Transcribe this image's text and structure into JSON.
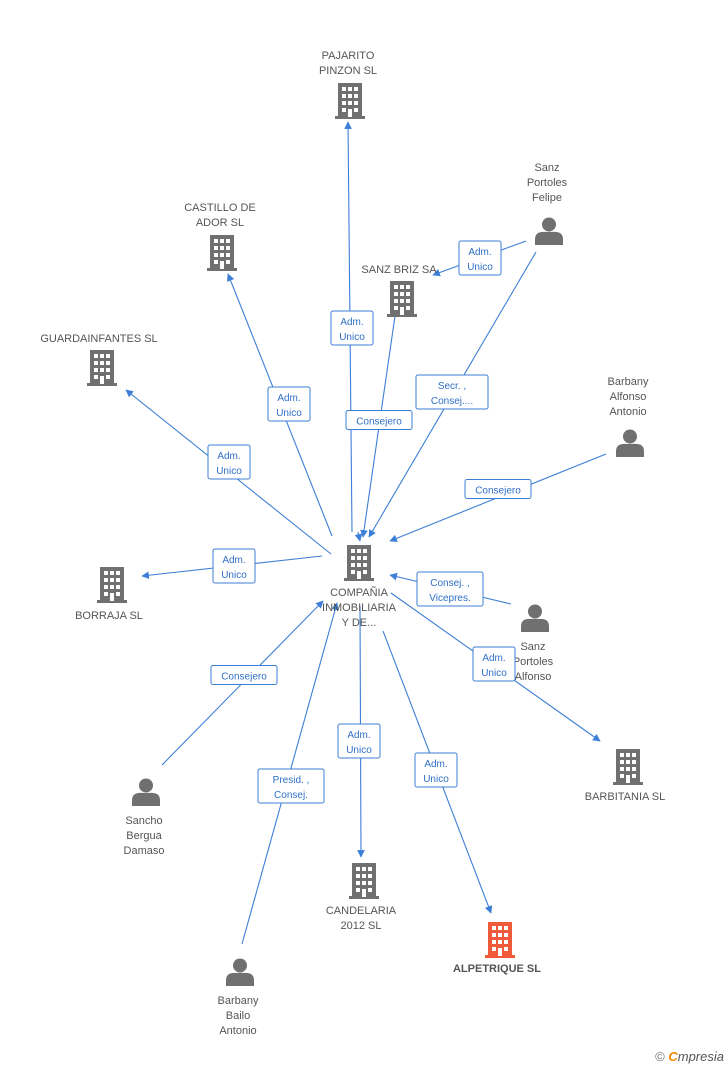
{
  "colors": {
    "edge": "#3d7fd6",
    "node": "#707070",
    "highlight": "#f0593a"
  },
  "nodes": [
    {
      "id": "compania",
      "kind": "company",
      "label": [
        "COMPAÑIA",
        "INMOBILIARIA",
        "Y DE..."
      ]
    },
    {
      "id": "pajarito",
      "kind": "company",
      "label": [
        "PAJARITO",
        "PINZON SL"
      ]
    },
    {
      "id": "castillo",
      "kind": "company",
      "label": [
        "CASTILLO DE",
        "ADOR SL"
      ]
    },
    {
      "id": "sanzbriz",
      "kind": "company",
      "label": [
        "SANZ BRIZ SA"
      ]
    },
    {
      "id": "guardainfantes",
      "kind": "company",
      "label": [
        "GUARDAINFANTES SL"
      ]
    },
    {
      "id": "borraja",
      "kind": "company",
      "label": [
        "BORRAJA SL"
      ]
    },
    {
      "id": "barbitania",
      "kind": "company",
      "label": [
        "BARBITANIA SL"
      ]
    },
    {
      "id": "candelaria",
      "kind": "company",
      "label": [
        "CANDELARIA",
        "2012 SL"
      ]
    },
    {
      "id": "alpetrique",
      "kind": "company",
      "highlight": true,
      "label": [
        "ALPETRIQUE SL"
      ]
    },
    {
      "id": "sanzfelipe",
      "kind": "person",
      "label": [
        "Sanz",
        "Portoles",
        "Felipe"
      ]
    },
    {
      "id": "barbanyalfonso",
      "kind": "person",
      "label": [
        "Barbany",
        "Alfonso",
        "Antonio"
      ]
    },
    {
      "id": "sanzalfonso",
      "kind": "person",
      "label": [
        "Sanz",
        "Portoles",
        "Alfonso"
      ]
    },
    {
      "id": "sancho",
      "kind": "person",
      "label": [
        "Sancho",
        "Bergua",
        "Damaso"
      ]
    },
    {
      "id": "barbanybailo",
      "kind": "person",
      "label": [
        "Barbany",
        "Bailo",
        "Antonio"
      ]
    }
  ],
  "edges": [
    {
      "label": [
        "Adm.",
        "Unico"
      ]
    },
    {
      "label": [
        "Adm.",
        "Unico"
      ]
    },
    {
      "label": [
        "Adm.",
        "Unico"
      ]
    },
    {
      "label": [
        "Adm.",
        "Unico"
      ]
    },
    {
      "label": [
        "Consejero"
      ]
    },
    {
      "label": [
        "Adm.",
        "Unico"
      ]
    },
    {
      "label": [
        "Secr. ,",
        "Consej...."
      ]
    },
    {
      "label": [
        "Consejero"
      ]
    },
    {
      "label": [
        "Consej. ,",
        "Vicepres."
      ]
    },
    {
      "label": [
        "Adm.",
        "Unico"
      ]
    },
    {
      "label": [
        "Consejero"
      ]
    },
    {
      "label": [
        "Presid. ,",
        "Consej."
      ]
    },
    {
      "label": [
        "Adm.",
        "Unico"
      ]
    },
    {
      "label": [
        "Adm.",
        "Unico"
      ]
    },
    {
      "label": [
        "Adm.",
        "Unico"
      ]
    }
  ],
  "footer": {
    "copyright": "©",
    "brand_first": "C",
    "brand_rest": "mpresia"
  }
}
